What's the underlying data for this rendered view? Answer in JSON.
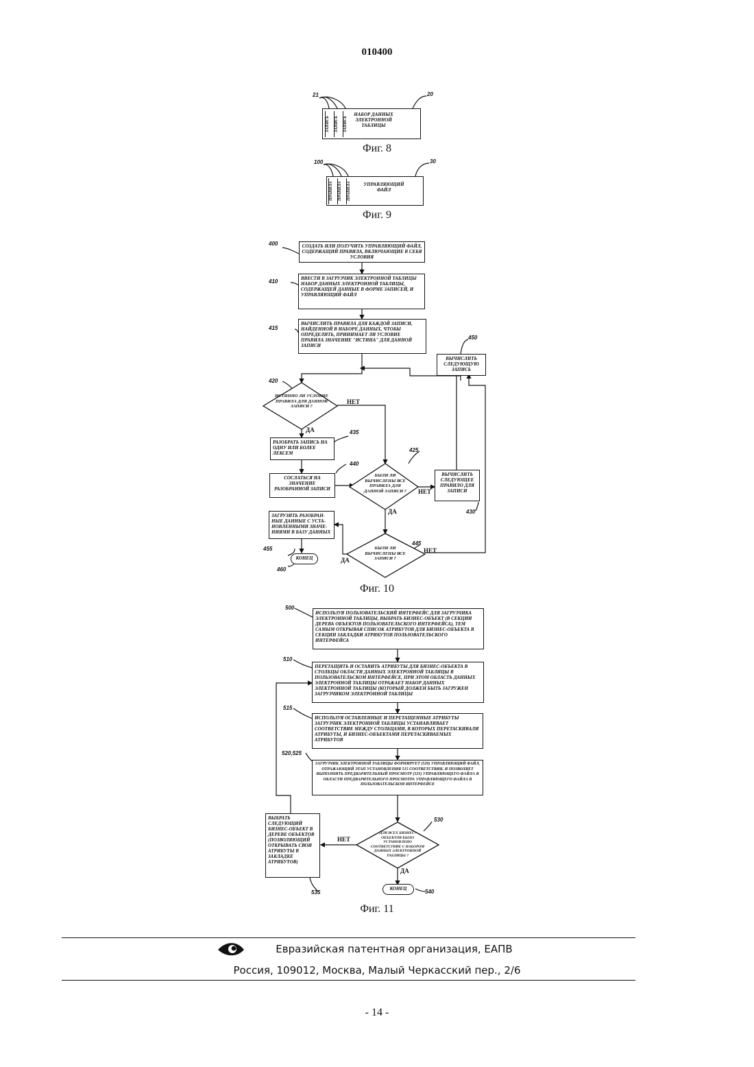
{
  "header": {
    "doc_number": "010400"
  },
  "fig8": {
    "caption": "Фиг. 8",
    "ref_records": "21",
    "ref_dataset": "20",
    "record_label": "ЗАПИСЬ",
    "dataset_label": "НАБОР ДАННЫХ ЭЛЕКТРОННОЙ ТАБЛИЦЫ"
  },
  "fig9": {
    "caption": "Фиг. 9",
    "ref_rules": "100",
    "ref_file": "30",
    "rule_label": "ПРАВИЛА",
    "file_label": "УПРАВЛЯЮЩИЙ ФАЙЛ"
  },
  "fig10": {
    "caption": "Фиг. 10",
    "s400": {
      "ref": "400",
      "text": "СОЗДАТЬ ИЛИ ПОЛУЧИТЬ УПРАВЛЯЮЩИЙ ФАЙЛ, СОДЕРЖАЩИЙ ПРАВИЛА, ВКЛЮЧАЮЩИЕ В СЕБЯ УСЛОВИЯ"
    },
    "s410": {
      "ref": "410",
      "text": "ВВЕСТИ В ЗАГРУЗЧИК ЭЛЕКТРОННОЙ ТАБЛИЦЫ НАБОР ДАННЫХ ЭЛЕКТРОННОЙ ТАБЛИЦЫ, СОДЕРЖАЩЕЙ ДАННЫЕ В ФОРМЕ ЗАПИСЕЙ, И УПРАВЛЯЮЩИЙ ФАЙЛ"
    },
    "s415": {
      "ref": "415",
      "text": "ВЫЧИСЛИТЬ ПРАВИЛА ДЛЯ КАЖДОЙ ЗАПИСИ, НАЙДЕННОЙ В НАБОРЕ ДАННЫХ, ЧТОБЫ ОПРЕДЕЛИТЬ, ПРИНИМАЕТ ЛИ УСЛОВИЕ ПРАВИЛА ЗНАЧЕНИЕ \"ИСТИНА\" ДЛЯ ДАННОЙ ЗАПИСИ"
    },
    "s450": {
      "ref": "450",
      "text": "ВЫЧИСЛИТЬ СЛЕДУЮЩУЮ ЗАПИСЬ"
    },
    "s420": {
      "ref": "420",
      "text": "ИСТИННО ЛИ УСЛОВИЕ ПРАВИЛА ДЛЯ ДАННОЙ ЗАПИСИ ?"
    },
    "s435": {
      "ref": "435",
      "text": "РАЗОБРАТЬ ЗАПИСЬ НА ОДНУ ИЛИ БОЛЕЕ ЛЕКСЕМ"
    },
    "s440": {
      "ref": "440",
      "text": "СОСЛАТЬСЯ НА ЗНАЧЕНИЕ РАЗОБРАННОЙ ЗАПИСИ"
    },
    "s425": {
      "ref": "425",
      "text": "БЫЛИ ЛИ ВЫЧИСЛЕНЫ ВСЕ ПРАВИЛА ДЛЯ ДАННОЙ ЗАПИСИ ?"
    },
    "s430": {
      "ref": "430",
      "text": "ВЫЧИСЛИТЬ СЛЕДУЮЩЕЕ ПРАВИЛО ДЛЯ ЗАПИСИ"
    },
    "s455": {
      "ref": "455",
      "text": "ЗАГРУЗИТЬ РАЗОБРАН-НЫЕ ДАННЫЕ С УСТА-НОВЛЕННЫМИ ЗНАЧЕ-НИЯМИ В БАЗУ ДАННЫХ"
    },
    "s445": {
      "ref": "445",
      "text": "БЫЛИ ЛИ ВЫЧИСЛЕНЫ ВСЕ ЗАПИСИ ?"
    },
    "s460": {
      "ref": "460",
      "text": "КОНЕЦ"
    },
    "yes": "ДА",
    "no": "НЕТ"
  },
  "fig11": {
    "caption": "Фиг. 11",
    "s500": {
      "ref": "500",
      "text": "ИСПОЛЬЗУЯ ПОЛЬЗОВАТЕЛЬСКИЙ ИНТЕРФЕЙС ДЛЯ ЗАГРУЗЧИКА ЭЛЕКТРОННОЙ ТАБЛИЦЫ, ВЫБРАТЬ БИЗНЕС-ОБЪЕКТ (В СЕКЦИИ ДЕРЕВА ОБЪЕКТОВ ПОЛЬЗОВАТЕЛЬСКОГО ИНТЕРФЕЙСА), ТЕМ САМЫМ ОТКРЫВАЯ СПИСОК АТРИБУТОВ ДЛЯ БИЗНЕС-ОБЪЕКТА В СЕКЦИИ ЗАКЛАДКИ АТРИБУТОВ ПОЛЬЗОВАТЕЛЬСКОГО ИНТЕРФЕЙСА"
    },
    "s510": {
      "ref": "510",
      "text": "ПЕРЕТАЩИТЬ И ОСТАВИТЬ АТРИБУТЫ ДЛЯ БИЗНЕС-ОБЪЕКТА В СТОЛБЦЫ ОБЛАСТИ ДАННЫХ ЭЛЕКТРОННОЙ ТАБЛИЦЫ В ПОЛЬЗОВАТЕЛЬСКОМ ИНТЕРФЕЙСЕ, ПРИ ЭТОМ ОБЛАСТЬ ДАННЫХ ЭЛЕКТРОННОЙ ТАБЛИЦЫ ОТРАЖАЕТ НАБОР ДАННЫХ ЭЛЕКТРОННОЙ ТАБЛИЦЫ (КОТОРЫЙ ДОЛЖЕН БЫТЬ ЗАГРУЖЕН ЗАГРУЗЧИКОМ ЭЛЕКТРОННОЙ ТАБЛИЦЫ"
    },
    "s515": {
      "ref": "515",
      "text": "ИСПОЛЬЗУЯ ОСТАВЛЕННЫЕ И ПЕРЕТАЩЕННЫЕ АТРИБУТЫ ЗАГРУЗЧИК ЭЛЕКТРОННОЙ ТАБЛИЦЫ УСТАНАВЛИВАЕТ СООТВЕТСТВИЕ МЕЖДУ СТОЛБЦАМИ, В КОТОРЫХ ПЕРЕТАСКИВАЛИ АТРИБУТЫ, И БИЗНЕС-ОБЪЕКТАМИ ПЕРЕТАСКИВАЕМЫХ АТРИБУТОВ"
    },
    "s520": {
      "ref": "520,525",
      "text": "ЗАГРУЗЧИК ЭЛЕКТРОННОЙ ТАБЛИЦЫ ФОРМИРУЕТ (520) УПРАВЛЯЮЩИЙ ФАЙЛ, ОТРАЖАЮЩИЙ ЭТАП УСТАНОВЛЕНИЯ 515 СООТВЕТСТВИЯ, И ПОЗВОЛЯЕТ ВЫПОЛНИТЬ ПРЕДВАРИТЕЛЬНЫЙ ПРОСМОТР (525) УПРАВЛЯЮЩЕГО ФАЙЛА В ОБЛАСТИ ПРЕДВАРИТЕЛЬНОГО ПРОСМОТРА УПРАВЛЯЮЩЕГО ФАЙЛА В ПОЛЬЗОВАТЕЛЬСКОМ ИНТЕРФЕЙСЕ"
    },
    "s530": {
      "ref": "530",
      "text": "ДЛЯ ВСЕХ БИЗНЕС-ОБЪЕКТОВ БЫЛО УСТАНОВЛЕНО СООТВЕТСТВИЕ С НАБОРОМ ДАННЫХ ЭЛЕКТРОННОЙ ТАБЛИЦЫ ?"
    },
    "s535": {
      "ref": "535",
      "text": "ВЫБРАТЬ СЛЕДУЮЩИЙ БИЗНЕС-ОБЪЕКТ В ДЕРЕВЕ ОБЪЕКТОВ (ПОЗВОЛЯЮЩИЙ ОТКРЫВАТЬ СВОИ АТРИБУТЫ В ЗАКЛАДКЕ АТРИБУТОВ)"
    },
    "s540": {
      "ref": "540",
      "text": "КОНЕЦ"
    },
    "yes": "ДА",
    "no": "НЕТ"
  },
  "footer": {
    "org": "Евразийская патентная организация, ЕАПВ",
    "address": "Россия, 109012, Москва, Малый Черкасский пер., 2/6",
    "page": "- 14 -"
  }
}
